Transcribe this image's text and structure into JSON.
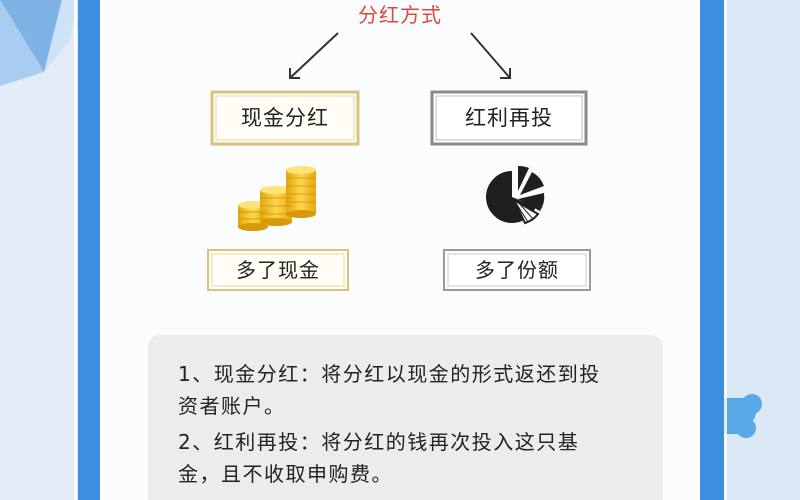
{
  "diagram": {
    "title": "分红方式",
    "options": {
      "cash": {
        "label": "现金分红",
        "result": "多了现金",
        "icon": "coin-stacks-icon"
      },
      "reinvest": {
        "label": "红利再投",
        "result": "多了份额",
        "icon": "pie-chart-icon"
      }
    }
  },
  "notes": {
    "line1": "1、现金分红：将分红以现金的形式返还到投",
    "line2": "资者账户。",
    "line3": "2、红利再投：将分红的钱再次投入这只基",
    "line4": "金，且不收取申购费。"
  },
  "colors": {
    "title": "#e0463a",
    "cash_accent": "#d9b65a",
    "reinvest_accent": "#8a8a8a",
    "frame_blue": "#3e8ee0",
    "note_bg": "#ececec"
  }
}
